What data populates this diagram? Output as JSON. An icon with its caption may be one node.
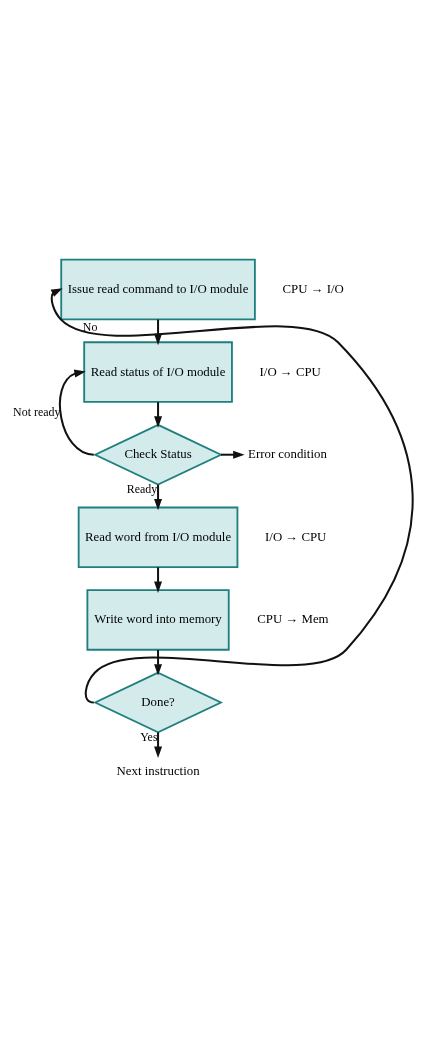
{
  "diagram": {
    "nodes": [
      {
        "text": [
          "Issue read command to I/O module"
        ],
        "beside": [
          "CPU → I/O"
        ]
      },
      {
        "text": [
          "Read status of I/O module"
        ],
        "beside": [
          "I/O → CPU"
        ]
      },
      {
        "text": [
          "Check Status"
        ]
      },
      {
        "text": [
          "Error condition"
        ]
      },
      {
        "text": [
          "Read word from I/O module"
        ],
        "beside": [
          "I/O → CPU"
        ]
      },
      {
        "text": [
          "Write word into memory"
        ],
        "beside": [
          "CPU → Mem"
        ]
      },
      {
        "text": [
          "Done?"
        ]
      },
      {
        "text": [
          "Next instruction"
        ]
      }
    ],
    "edges": [
      {
        "from": 0,
        "to": 1,
        "arrow": "to"
      },
      {
        "from": 1,
        "to": 2,
        "arrow": "to"
      },
      {
        "from": 2,
        "to": 1,
        "arrow": "to",
        "label": "Not ready"
      },
      {
        "from": 2,
        "to": 3,
        "arrow": "to"
      },
      {
        "from": 2,
        "to": 4,
        "arrow": "to",
        "label": "Ready"
      },
      {
        "from": 4,
        "to": 5,
        "arrow": "to"
      },
      {
        "from": 5,
        "to": 6,
        "arrow": "to"
      },
      {
        "from": 6,
        "to": 0,
        "arrow": "to",
        "label": "No"
      },
      {
        "from": 6,
        "to": 7,
        "arrow": "to",
        "label": "Yes"
      }
    ]
  }
}
